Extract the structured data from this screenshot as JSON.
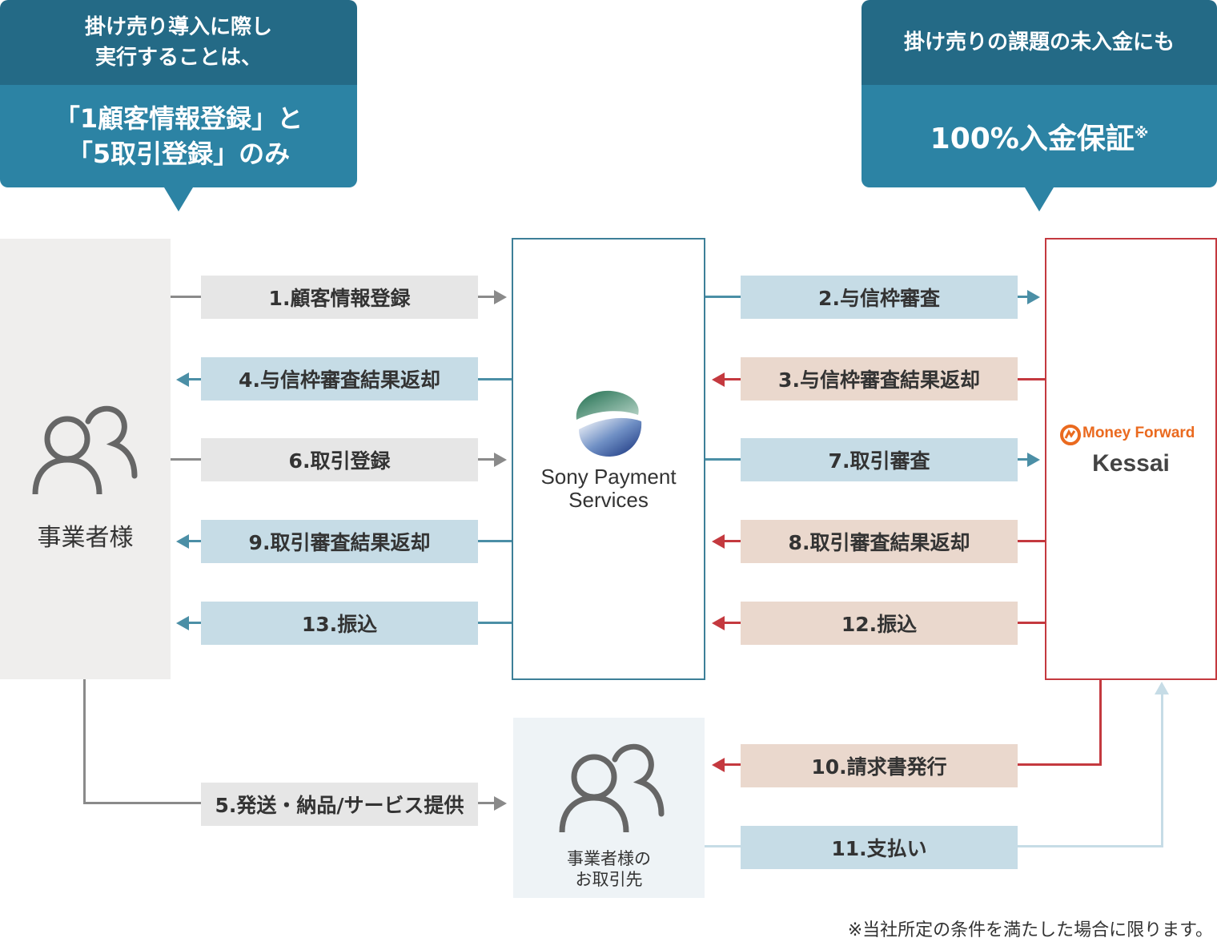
{
  "callouts": {
    "left": {
      "header": [
        "掛け売り導入に際し",
        "実行することは、"
      ],
      "main": [
        "「1顧客情報登録」と",
        "「5取引登録」のみ"
      ]
    },
    "right": {
      "header": [
        "掛け売りの課題の未入金にも"
      ],
      "main": "100%入金保証",
      "main_mark": "※"
    }
  },
  "entities": {
    "merchant": {
      "label": "事業者様",
      "icon": "people-icon"
    },
    "sps": {
      "logo_line1": "Sony Payment",
      "logo_line2": "Services",
      "icon": "sps-globe-logo"
    },
    "mf": {
      "logo_brand": "Money Forward",
      "logo_product": "Kessai",
      "icon": "money-forward-logo"
    },
    "client": {
      "label_line1": "事業者様の",
      "label_line2": "お取引先",
      "icon": "people-icon"
    }
  },
  "steps": [
    {
      "id": "s1",
      "label": "1.顧客情報登録"
    },
    {
      "id": "s2",
      "label": "2.与信枠審査"
    },
    {
      "id": "s3",
      "label": "3.与信枠審査結果返却"
    },
    {
      "id": "s4",
      "label": "4.与信枠審査結果返却"
    },
    {
      "id": "s5",
      "label": "5.発送・納品/サービス提供"
    },
    {
      "id": "s6",
      "label": "6.取引登録"
    },
    {
      "id": "s7",
      "label": "7.取引審査"
    },
    {
      "id": "s8",
      "label": "8.取引審査結果返却"
    },
    {
      "id": "s9",
      "label": "9.取引審査結果返却"
    },
    {
      "id": "s10",
      "label": "10.請求書発行"
    },
    {
      "id": "s11",
      "label": "11.支払い"
    },
    {
      "id": "s12",
      "label": "12.振込"
    },
    {
      "id": "s13",
      "label": "13.振込"
    }
  ],
  "footnote": "※当社所定の条件を満たした場合に限ります。",
  "colors": {
    "callout_header": "#246a86",
    "callout_main": "#2c83a4",
    "sps_border": "#3d7f98",
    "mf_border": "#c4393f",
    "arrow_gray": "#8a8a8a",
    "arrow_blue": "#4b8fa6",
    "arrow_red": "#c4393f",
    "step_gray": "#e6e6e6",
    "step_blue": "#c6dce6",
    "step_tan": "#ead8cd"
  }
}
